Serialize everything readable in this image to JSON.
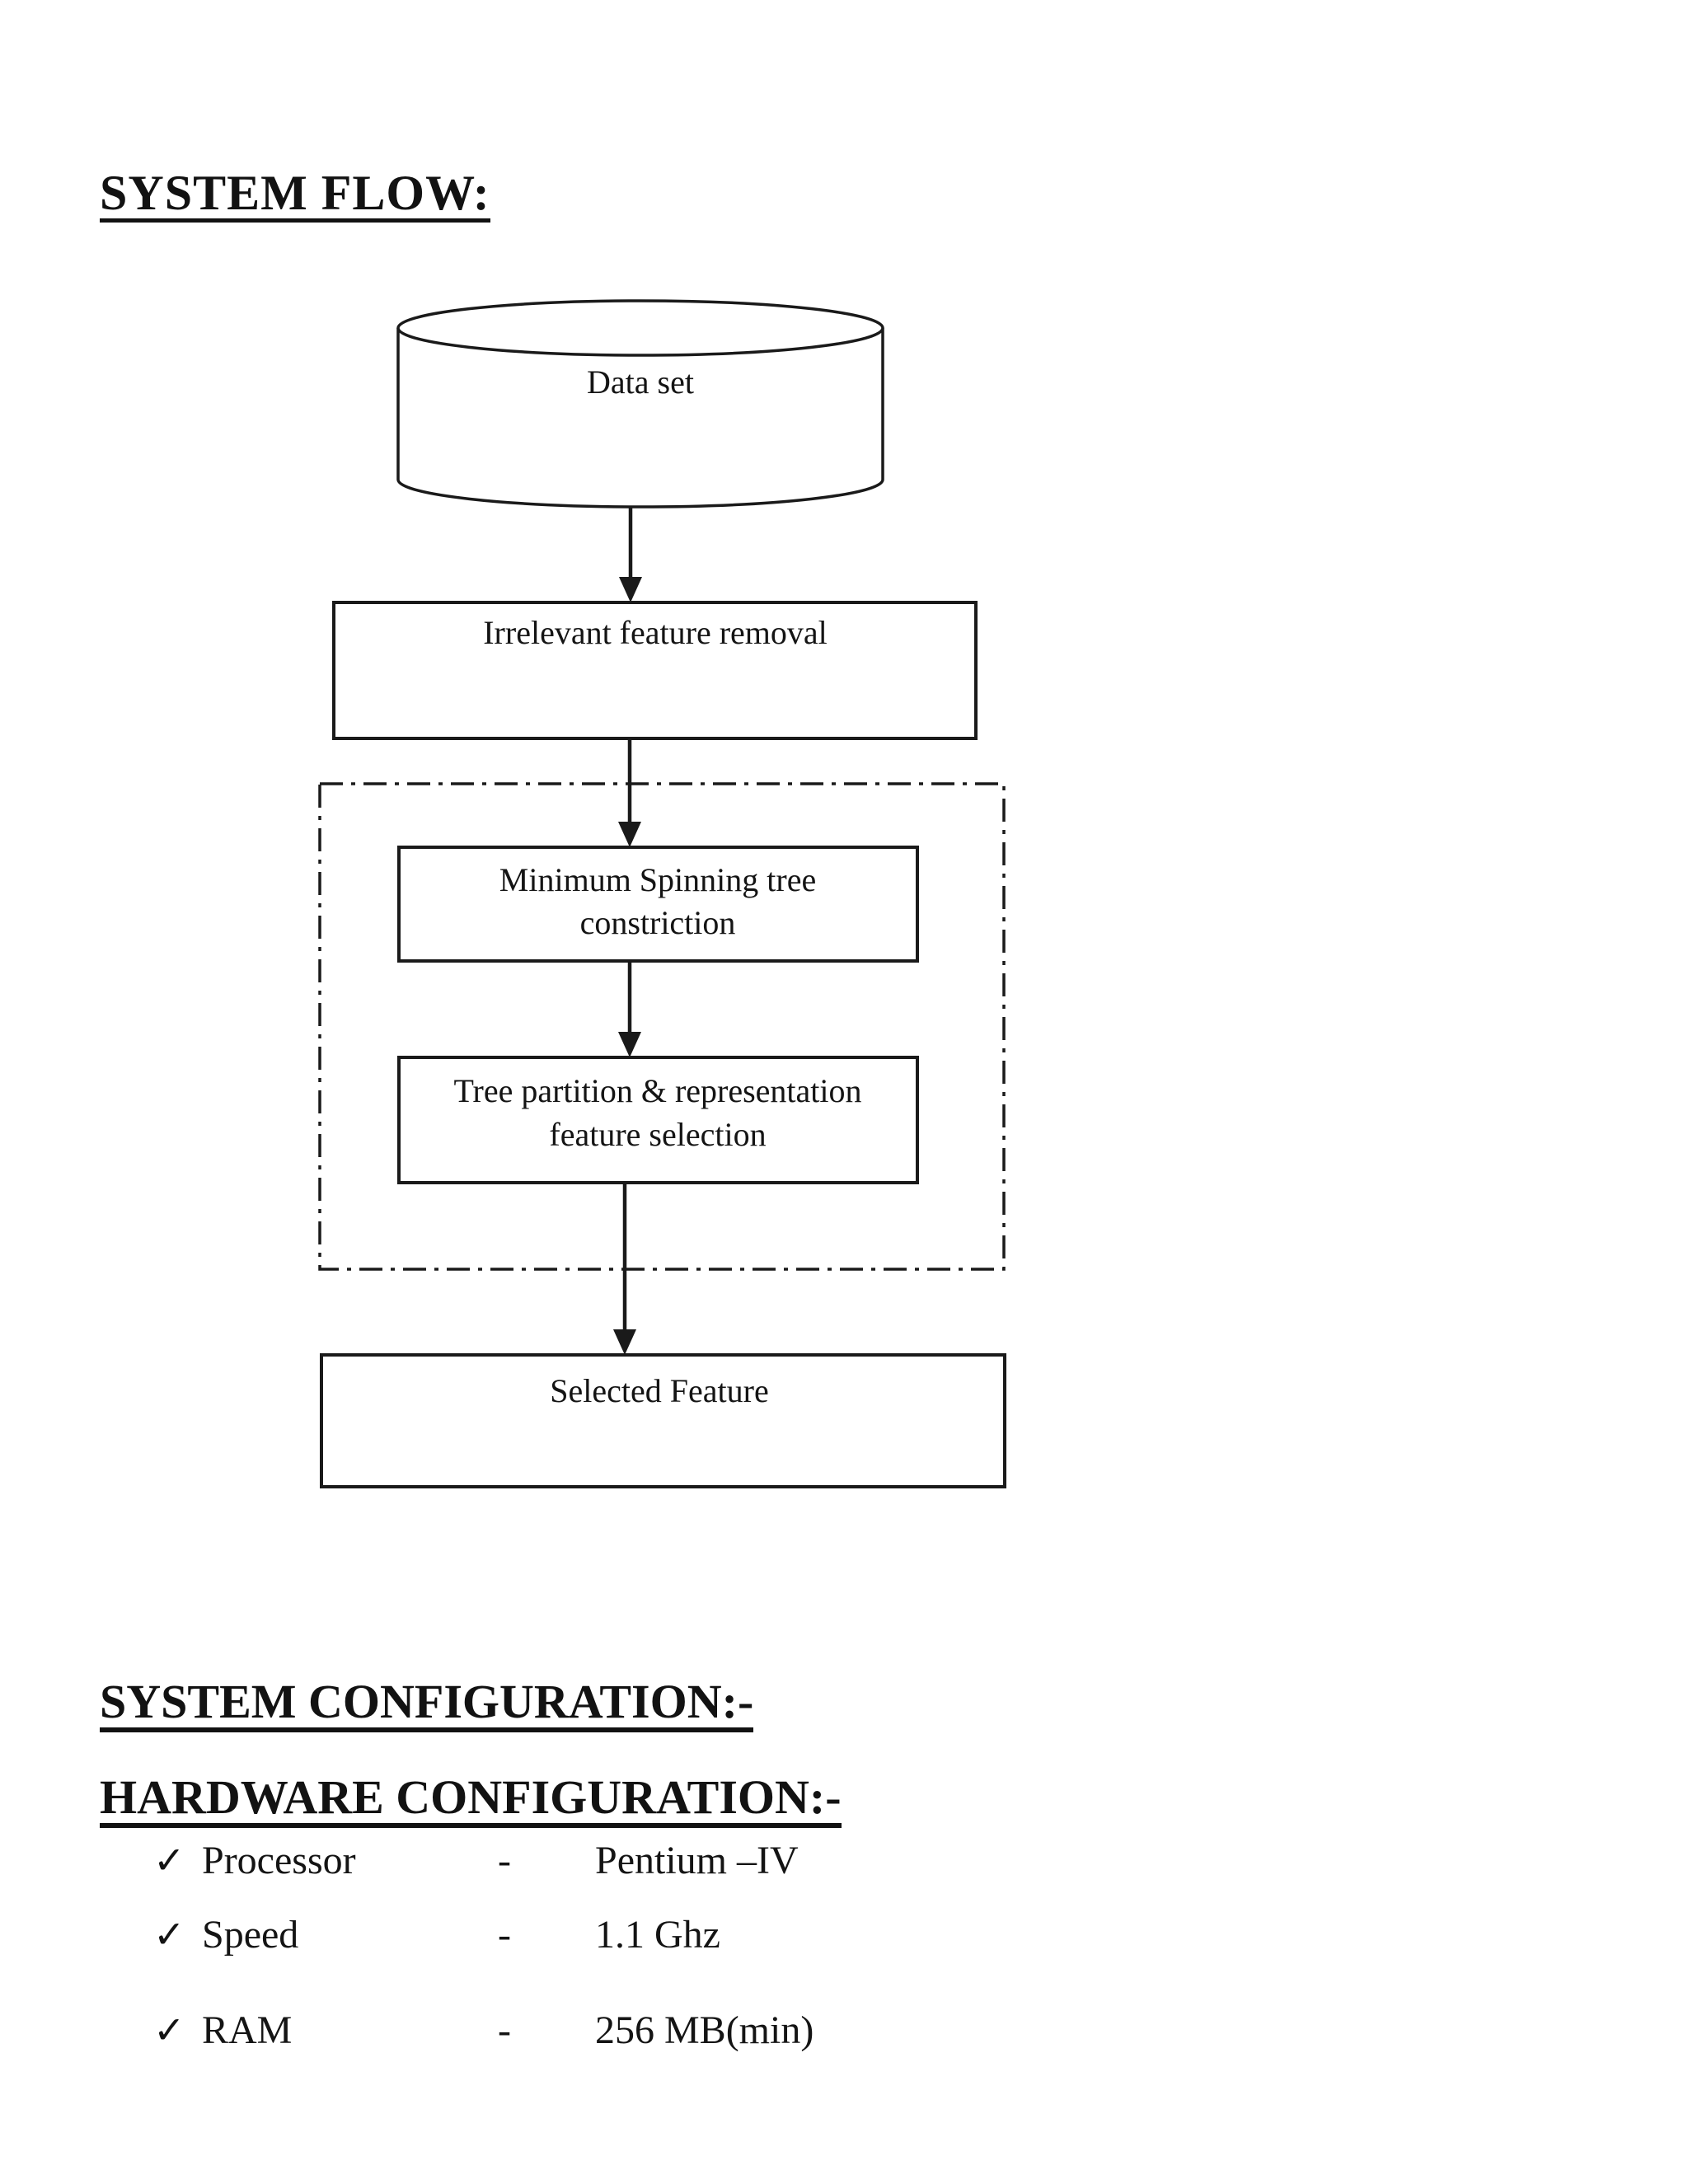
{
  "page": {
    "title": "SYSTEM FLOW:",
    "background": "#ffffff",
    "ink": "#141414"
  },
  "diagram": {
    "dataset_label": "Data set",
    "irrelevant_box_label": "Irrelevant feature removal",
    "mst_box": {
      "line1": "Minimum Spinning tree",
      "line2": "constriction"
    },
    "tree_box": {
      "line1": "Tree partition & representation",
      "line2": "feature selection"
    },
    "selected_box_label": "Selected Feature"
  },
  "sections": {
    "system_configuration_heading": "SYSTEM CONFIGURATION:-",
    "hardware_configuration_heading": "HARDWARE CONFIGURATION:-"
  },
  "hardware_list": {
    "bullet": "✓",
    "separator": "-",
    "items": [
      {
        "label": "Processor",
        "value": "Pentium –IV"
      },
      {
        "label": "Speed",
        "value": "1.1 Ghz"
      },
      {
        "label": "RAM",
        "value": "256 MB(min)"
      }
    ]
  }
}
